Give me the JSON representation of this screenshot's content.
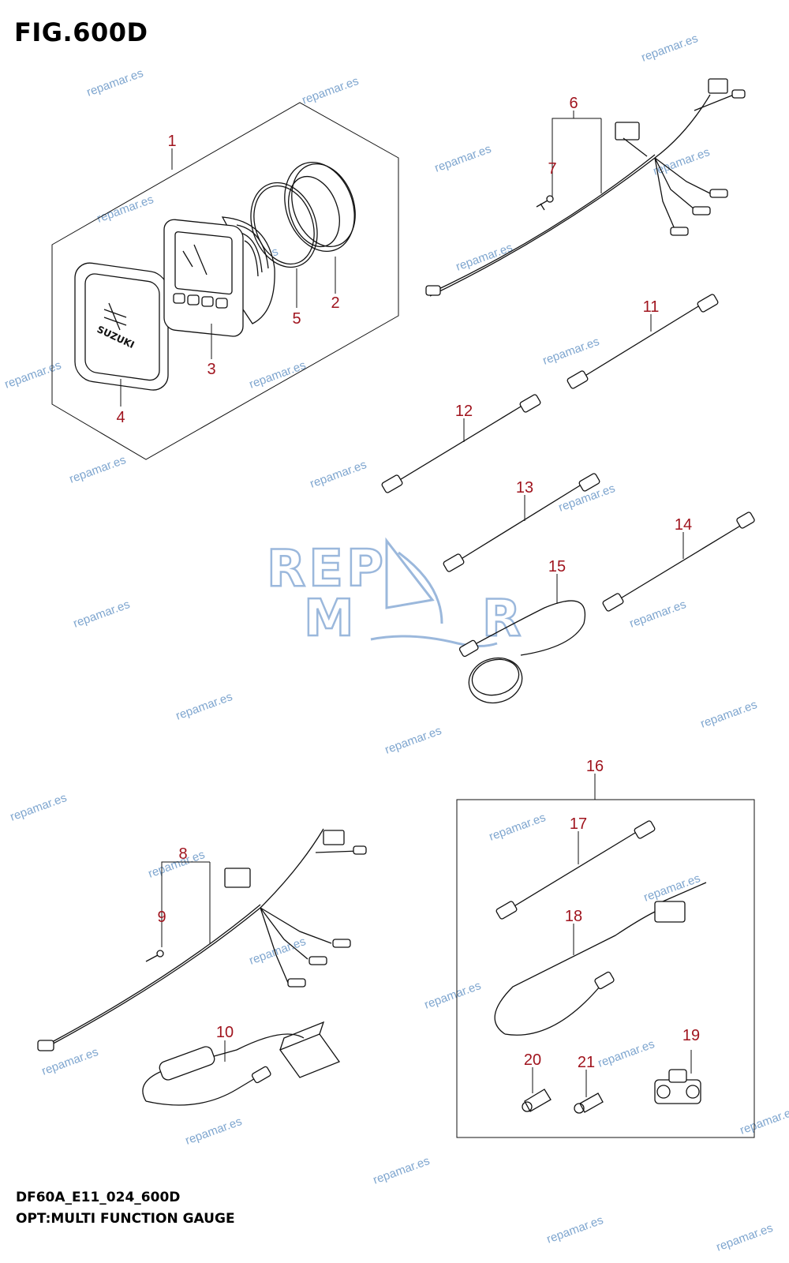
{
  "figure": {
    "title": "FIG.600D",
    "code": "DF60A_E11_024_600D",
    "caption": "OPT:MULTI FUNCTION GAUGE"
  },
  "watermark": {
    "text": "repamar.es",
    "logo_line1": "REP",
    "logo_line2": "M R",
    "color": "#7fa6cf"
  },
  "callouts": [
    "1",
    "2",
    "3",
    "4",
    "5",
    "6",
    "7",
    "8",
    "9",
    "10",
    "11",
    "12",
    "13",
    "14",
    "15",
    "16",
    "17",
    "18",
    "19",
    "20",
    "21"
  ],
  "gauge_label": "SUZUKI",
  "colors": {
    "callout": "#a0141e",
    "line": "#111111"
  }
}
